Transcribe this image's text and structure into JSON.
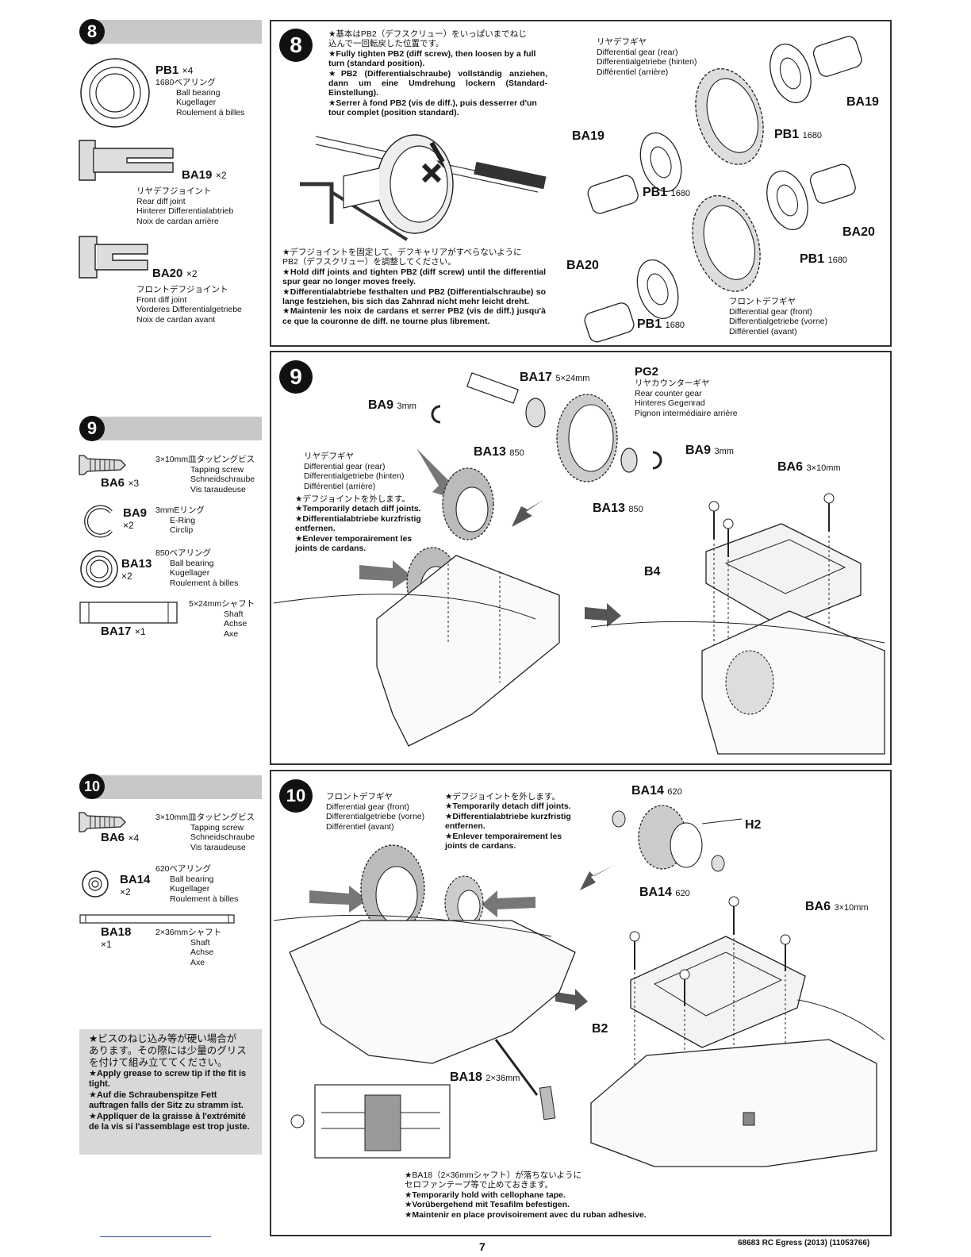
{
  "side": {
    "step8": {
      "num": "8",
      "pb1": {
        "code": "PB1",
        "qty": "×4",
        "jp": "1680ベアリング",
        "en": "Ball bearing",
        "de": "Kugellager",
        "fr": "Roulement à billes"
      },
      "ba19": {
        "code": "BA19",
        "qty": "×2",
        "jp": "リヤデフジョイント",
        "en": "Rear diff joint",
        "de": "Hinterer Differentialabtrieb",
        "fr": "Noix de cardan arrière"
      },
      "ba20": {
        "code": "BA20",
        "qty": "×2",
        "jp": "フロントデフジョイント",
        "en": "Front diff joint",
        "de": "Vorderes Differentialgetriebe",
        "fr": "Noix de cardan avant"
      }
    },
    "step9": {
      "num": "9",
      "ba6": {
        "code": "BA6",
        "qty": "×3",
        "jp": "3×10mm皿タッピングビス",
        "en": "Tapping screw",
        "de": "Schneidschraube",
        "fr": "Vis taraudeuse"
      },
      "ba9": {
        "code": "BA9",
        "qty": "×2",
        "jp": "3mmEリング",
        "en": "E-Ring",
        "de": "Circlip"
      },
      "ba13": {
        "code": "BA13",
        "qty": "×2",
        "jp": "850ベアリング",
        "en": "Ball bearing",
        "de": "Kugellager",
        "fr": "Roulement à billes"
      },
      "ba17": {
        "code": "BA17",
        "qty": "×1",
        "jp": "5×24mmシャフト",
        "en": "Shaft",
        "de": "Achse",
        "fr": "Axe"
      }
    },
    "step10": {
      "num": "10",
      "ba6": {
        "code": "BA6",
        "qty": "×4",
        "jp": "3×10mm皿タッピングビス",
        "en": "Tapping screw",
        "de": "Schneidschraube",
        "fr": "Vis taraudeuse"
      },
      "ba14": {
        "code": "BA14",
        "qty": "×2",
        "jp": "620ベアリング",
        "en": "Ball bearing",
        "de": "Kugellager",
        "fr": "Roulement à billes"
      },
      "ba18": {
        "code": "BA18",
        "qty": "×1",
        "jp": "2×36mmシャフト",
        "en": "Shaft",
        "de": "Achse",
        "fr": "Axe"
      }
    },
    "tip": {
      "jp1": "★ビスのねじ込み等が硬い場合が",
      "jp2": "あります。その際には少量のグリス",
      "jp3": "を付けて組み立ててください。",
      "en": "★Apply grease to screw tip if the fit is tight.",
      "de": "★Auf die Schraubenspitze Fett auftragen falls der Sitz zu stramm ist.",
      "fr": "★Appliquer de la graisse à l'extrémité de la vis si l'assemblage est trop juste."
    }
  },
  "panel8": {
    "num": "8",
    "note1": {
      "jp1": "★基本はPB2（デフスクリュー）をいっぱいまでねじ",
      "jp2": "込んで一回転戻した位置です。",
      "en": "★Fully tighten PB2 (diff screw), then loosen by a full turn (standard position).",
      "de": "★PB2 (Differentialschraube) vollständig anziehen, dann um eine Umdrehung lockern (Standard-Einstellung).",
      "fr": "★Serrer à fond PB2 (vis de diff.), puis desserrer d'un tour complet (position standard)."
    },
    "note2": {
      "jp1": "★デフジョイントを固定して、デフキャリアがすべらないように",
      "jp2": "PB2（デフスクリュー）を調整してください。",
      "en": "★Hold diff joints and tighten PB2 (diff screw) until the differential spur gear no longer moves freely.",
      "de": "★Differentialabtriebe festhalten und PB2 (Differentialschraube) so lange festziehen, bis sich das Zahnrad nicht mehr leicht dreht.",
      "fr": "★Maintenir les noix de cardans et serrer PB2 (vis de diff.) jusqu'à ce que la couronne de diff. ne tourne plus librement."
    },
    "rear_gear": {
      "jp": "リヤデフギヤ",
      "en": "Differential gear (rear)",
      "de": "Differentialgetriebe (hinten)",
      "fr": "Différentiel (arrière)"
    },
    "front_gear": {
      "jp": "フロントデフギヤ",
      "en": "Differential gear (front)",
      "de": "Differentialgetriebe (vorne)",
      "fr": "Différentiel (avant)"
    },
    "labels": {
      "ba19": "BA19",
      "pb1": "PB1",
      "pb1_size": "1680",
      "ba20": "BA20"
    }
  },
  "panel9": {
    "num": "9",
    "ba17": "BA17",
    "ba17_size": "5×24mm",
    "ba9": "BA9",
    "ba9_size": "3mm",
    "ba13": "BA13",
    "ba13_size": "850",
    "ba6": "BA6",
    "ba6_size": "3×10mm",
    "b4": "B4",
    "pg2": {
      "code": "PG2",
      "jp": "リヤカウンターギヤ",
      "en": "Rear counter gear",
      "de": "Hinteres Gegenrad",
      "fr": "Pignon intermédiaire arrière"
    },
    "rear_gear": {
      "jp": "リヤデフギヤ",
      "en": "Differential gear (rear)",
      "de": "Differentialgetriebe (hinten)",
      "fr": "Différentiel (arrière)"
    },
    "detach": {
      "jp": "★デフジョイントを外します。",
      "en": "★Temporarily detach diff joints.",
      "de": "★Differentialabtriebe kurzfristig entfernen.",
      "fr": "★Enlever temporairement les joints de cardans."
    }
  },
  "panel10": {
    "num": "10",
    "front_gear": {
      "jp": "フロントデフギヤ",
      "en": "Differential gear (front)",
      "de": "Differentialgetriebe (vorne)",
      "fr": "Différentiel (avant)"
    },
    "detach": {
      "jp": "★デフジョイントを外します。",
      "en": "★Temporarily detach diff joints.",
      "de": "★Differentialabtriebe kurzfristig entfernen.",
      "fr": "★Enlever temporairement les joints de cardans."
    },
    "ba14": "BA14",
    "ba14_size": "620",
    "h2": "H2",
    "ba6": "BA6",
    "ba6_size": "3×10mm",
    "b2": "B2",
    "ba18": "BA18",
    "ba18_size": "2×36mm",
    "tape": {
      "jp1": "★BA18（2×36mmシャフト）が落ちないように",
      "jp2": "セロファンテープ等で止めておきます。",
      "en": "★Temporarily hold with cellophane tape.",
      "de": "★Vorübergehend mit Tesafilm befestigen.",
      "fr": "★Maintenir en place provisoirement avec du ruban adhesive."
    }
  },
  "footer": {
    "page": "7",
    "ref": "68683 RC Egress (2013) (11053766)"
  }
}
